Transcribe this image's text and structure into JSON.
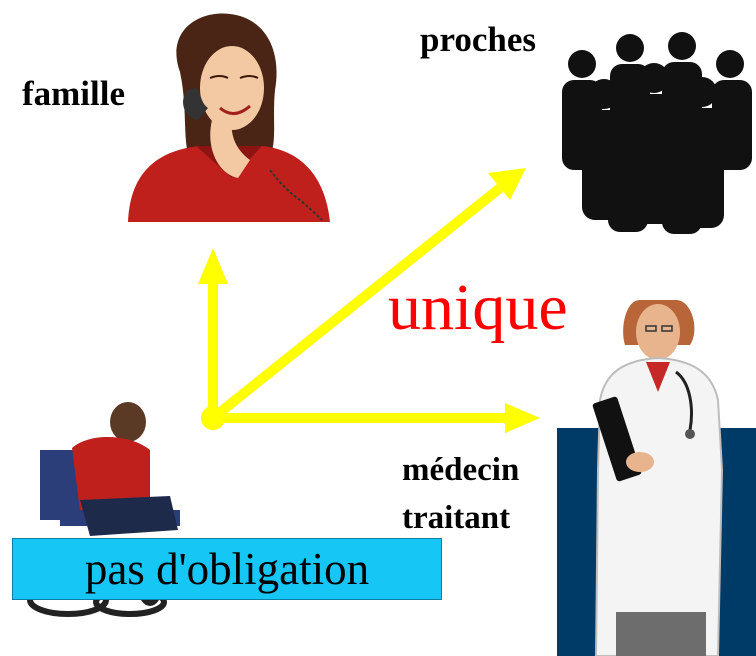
{
  "labels": {
    "famille": "famille",
    "proches": "proches",
    "unique": "unique",
    "medecin_line1": "médecin",
    "medecin_line2": "traitant",
    "obligation": "pas d'obligation"
  },
  "colors": {
    "arrow": "#ffff00",
    "unique_text": "#ff0000",
    "obligation_box": "#16c6f5",
    "doctor_panel": "#003a66"
  },
  "figures": [
    "woman-on-phone",
    "crowd-of-people",
    "man-in-wheelchair",
    "doctor"
  ]
}
